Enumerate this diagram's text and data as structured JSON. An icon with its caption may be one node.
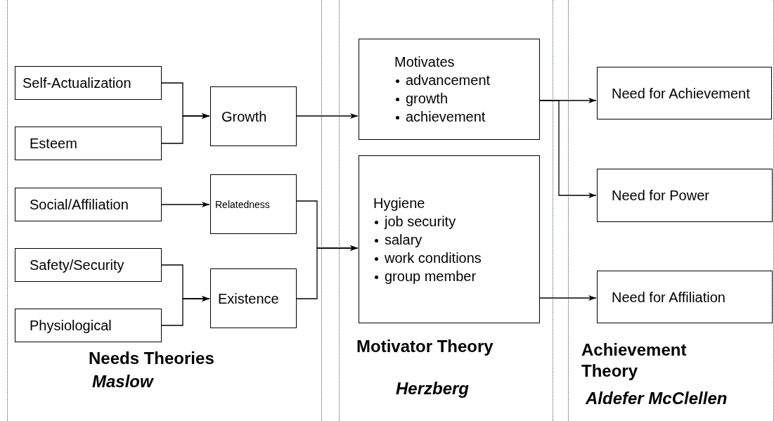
{
  "diagram": {
    "nodes": [
      {
        "text": [
          "Needs Theories",
          "Maslow"
        ]
      },
      {
        "text": [
          "Self-Actualization"
        ],
        "in": 0
      },
      {
        "text": [
          "Esteem"
        ],
        "in": 0
      },
      {
        "text": [
          "Social/Affiliation"
        ],
        "in": 0
      },
      {
        "text": [
          "Safety/Security"
        ],
        "in": 0
      },
      {
        "text": [
          "Physiological"
        ],
        "in": 0
      },
      {
        "text": [
          "Growth"
        ],
        "in": 0
      },
      {
        "text": [
          "Relatedness"
        ],
        "in": 0
      },
      {
        "text": [
          "Existence"
        ],
        "in": 0
      },
      {
        "text": [
          "Motivator Theory",
          "Herzberg"
        ]
      },
      {
        "text": [
          "Motivates",
          "advancement",
          "growth",
          "achievement"
        ],
        "in": 9
      },
      {
        "text": [
          "Hygiene",
          "job security",
          "salary",
          "work conditions",
          "group member"
        ],
        "in": 9
      },
      {
        "text": [
          "Achievement Theory",
          "Aldefer McClellen"
        ]
      },
      {
        "text": [
          "Need for Achievement"
        ],
        "in": 12
      },
      {
        "text": [
          "Need for Power"
        ],
        "in": 12
      },
      {
        "text": [
          "Need for Affiliation"
        ],
        "in": 12
      }
    ],
    "edges": [
      {
        "from": 1,
        "to": 6,
        "arrow": "to"
      },
      {
        "from": 2,
        "to": 6,
        "arrow": "to"
      },
      {
        "from": 3,
        "to": 7,
        "arrow": "to"
      },
      {
        "from": 4,
        "to": 8,
        "arrow": "to"
      },
      {
        "from": 5,
        "to": 8,
        "arrow": "to"
      },
      {
        "from": 6,
        "to": 10,
        "arrow": "to"
      },
      {
        "from": 7,
        "to": 11,
        "arrow": "to"
      },
      {
        "from": 8,
        "to": 11,
        "arrow": "to"
      },
      {
        "from": 10,
        "to": 13,
        "arrow": "to"
      },
      {
        "from": 10,
        "to": 14,
        "arrow": "to"
      },
      {
        "from": 11,
        "to": 15,
        "arrow": "to"
      }
    ]
  }
}
